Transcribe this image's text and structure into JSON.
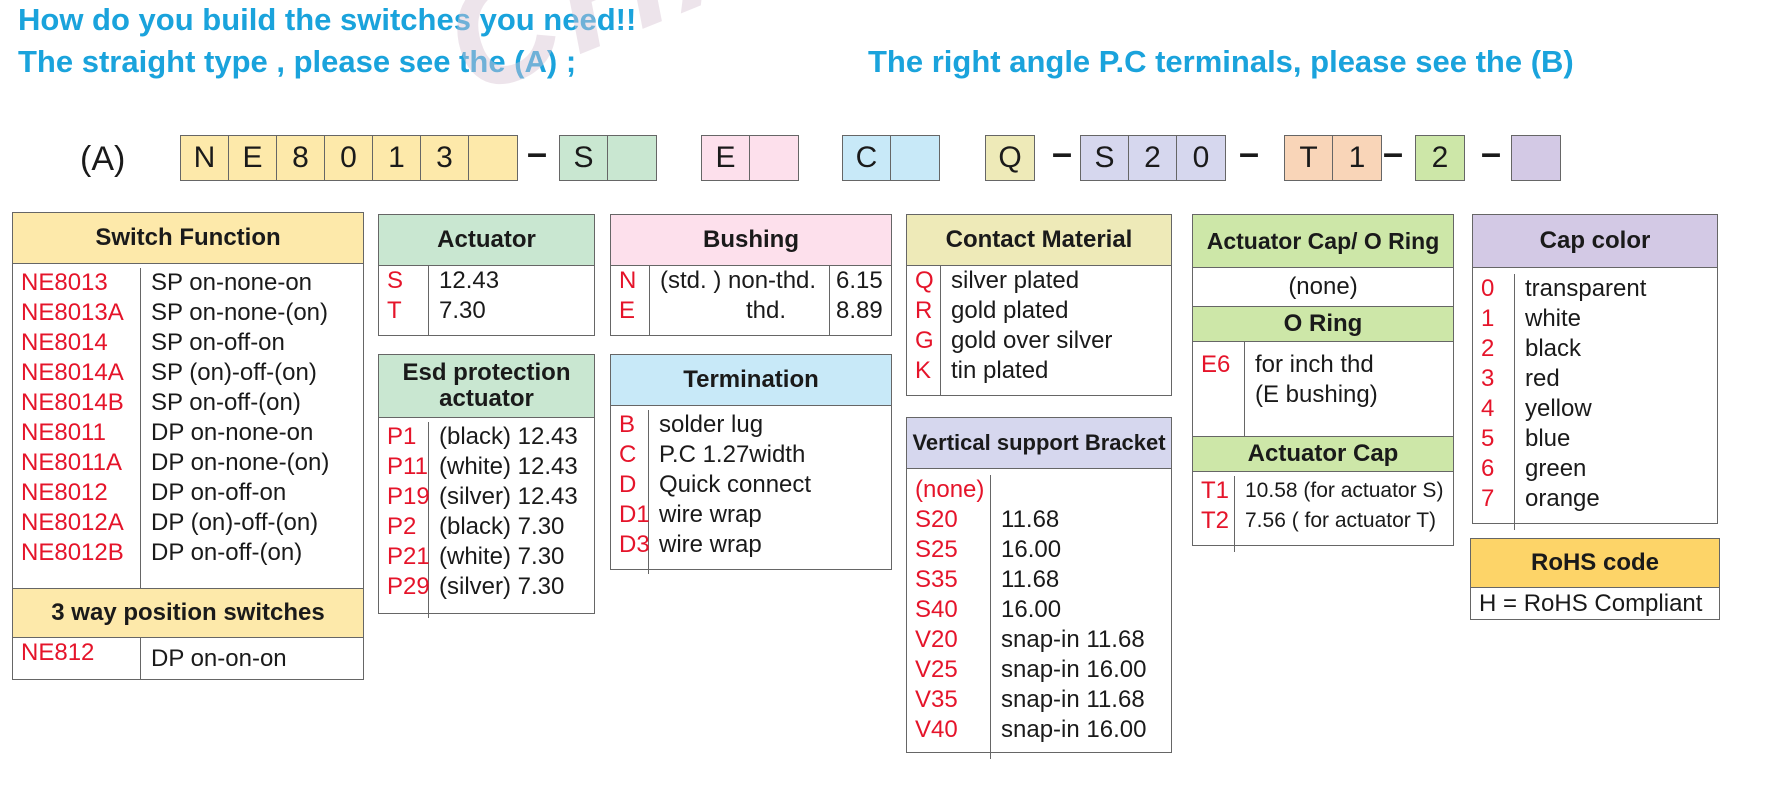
{
  "header": {
    "line1": "How do you build the switches you need!!",
    "line2_left": "The straight type , please see the (A) ;",
    "line2_right": "The right angle P.C terminals, please see the (B)"
  },
  "watermark": "CHAU-H",
  "code_label": "(A)",
  "code_groups": [
    {
      "chars": [
        "N",
        "E",
        "8",
        "0",
        "1",
        "3",
        ""
      ],
      "color": "#fde9aa"
    },
    {
      "chars": [
        "S",
        ""
      ],
      "color": "#c9e7d1"
    },
    {
      "chars": [
        "E",
        ""
      ],
      "color": "#fde0ec"
    },
    {
      "chars": [
        "C",
        ""
      ],
      "color": "#c8e9f8"
    },
    {
      "chars": [
        "Q"
      ],
      "color": "#eeeab8"
    },
    {
      "chars": [
        "S",
        "2",
        "0"
      ],
      "color": "#d6d7ee"
    },
    {
      "chars": [
        "T",
        "1"
      ],
      "color": "#f9d5b8"
    },
    {
      "chars": [
        "2"
      ],
      "color": "#cde7a8"
    },
    {
      "chars": [
        ""
      ],
      "color": "#d3c9e5"
    }
  ],
  "dash": "–",
  "switch_function": {
    "title": "Switch Function",
    "rows": [
      {
        "code": "NE8013",
        "desc": "SP  on-none-on"
      },
      {
        "code": "NE8013A",
        "desc": "SP  on-none-(on)"
      },
      {
        "code": "NE8014",
        "desc": "SP  on-off-on"
      },
      {
        "code": "NE8014A",
        "desc": "SP  (on)-off-(on)"
      },
      {
        "code": "NE8014B",
        "desc": "SP  on-off-(on)"
      },
      {
        "code": "NE8011",
        "desc": "DP  on-none-on"
      },
      {
        "code": "NE8011A",
        "desc": "DP  on-none-(on)"
      },
      {
        "code": "NE8012",
        "desc": "DP  on-off-on"
      },
      {
        "code": "NE8012A",
        "desc": "DP  (on)-off-(on)"
      },
      {
        "code": "NE8012B",
        "desc": "DP  on-off-(on)"
      }
    ],
    "sub_title": "3 way position switches",
    "sub_rows": [
      {
        "code": "NE812",
        "desc": "DP  on-on-on"
      }
    ],
    "color": "#fde9aa"
  },
  "actuator": {
    "title": "Actuator",
    "rows": [
      {
        "code": "S",
        "desc": "12.43"
      },
      {
        "code": "T",
        "desc": "7.30"
      }
    ],
    "color": "#c9e7d1"
  },
  "esd": {
    "title1": "Esd protection",
    "title2": "actuator",
    "rows": [
      {
        "code": "P1",
        "desc": "(black) 12.43"
      },
      {
        "code": "P11",
        "desc": "(white) 12.43"
      },
      {
        "code": "P19",
        "desc": "(silver) 12.43"
      },
      {
        "code": "P2",
        "desc": "(black) 7.30"
      },
      {
        "code": "P21",
        "desc": "(white) 7.30"
      },
      {
        "code": "P29",
        "desc": "(silver) 7.30"
      }
    ],
    "color": "#c9e7d1"
  },
  "bushing": {
    "title": "Bushing",
    "rows": [
      {
        "code": "N",
        "desc": "(std. ) non-thd.",
        "val": "6.15"
      },
      {
        "code": "E",
        "desc": "thd.",
        "val": "8.89"
      }
    ],
    "color": "#fde0ec"
  },
  "termination": {
    "title": "Termination",
    "rows": [
      {
        "code": "B",
        "desc": "solder lug"
      },
      {
        "code": "C",
        "desc": "P.C 1.27width"
      },
      {
        "code": "D",
        "desc": "Quick connect"
      },
      {
        "code": "D1",
        "desc": "wire wrap"
      },
      {
        "code": "D3",
        "desc": "wire wrap"
      }
    ],
    "color": "#c8e9f8"
  },
  "contact_material": {
    "title": "Contact Material",
    "rows": [
      {
        "code": "Q",
        "desc": "silver plated"
      },
      {
        "code": "R",
        "desc": "gold plated"
      },
      {
        "code": "G",
        "desc": "gold over silver"
      },
      {
        "code": "K",
        "desc": "tin plated"
      }
    ],
    "color": "#eeeab8"
  },
  "vertical_bracket": {
    "title": "Vertical support Bracket",
    "none": "(none)",
    "rows": [
      {
        "code": "S20",
        "desc": "11.68"
      },
      {
        "code": "S25",
        "desc": "16.00"
      },
      {
        "code": "S35",
        "desc": "11.68"
      },
      {
        "code": "S40",
        "desc": "16.00"
      },
      {
        "code": "V20",
        "desc": "snap-in 11.68"
      },
      {
        "code": "V25",
        "desc": "snap-in 16.00"
      },
      {
        "code": "V35",
        "desc": "snap-in 11.68"
      },
      {
        "code": "V40",
        "desc": "snap-in 16.00"
      }
    ],
    "color": "#d6d7ee"
  },
  "actuator_cap_oring": {
    "title": "Actuator Cap/ O Ring",
    "none": "(none)",
    "oring_title": "O Ring",
    "oring_code": "E6",
    "oring_desc1": "for inch thd",
    "oring_desc2": "(E bushing)",
    "cap_title": "Actuator Cap",
    "cap_rows": [
      {
        "code": "T1",
        "desc": "10.58 (for actuator S)"
      },
      {
        "code": "T2",
        "desc": "7.56 ( for actuator T)"
      }
    ],
    "color": "#cde7a8"
  },
  "cap_color": {
    "title": "Cap color",
    "rows": [
      {
        "code": "0",
        "desc": "transparent"
      },
      {
        "code": "1",
        "desc": "white"
      },
      {
        "code": "2",
        "desc": "black"
      },
      {
        "code": "3",
        "desc": "red"
      },
      {
        "code": "4",
        "desc": "yellow"
      },
      {
        "code": "5",
        "desc": "blue"
      },
      {
        "code": "6",
        "desc": "green"
      },
      {
        "code": "7",
        "desc": "orange"
      }
    ],
    "color": "#d3c9e5"
  },
  "rohs": {
    "title": "RoHS code",
    "code": "H",
    "desc": " = RoHS Compliant",
    "color": "#fdd468"
  }
}
